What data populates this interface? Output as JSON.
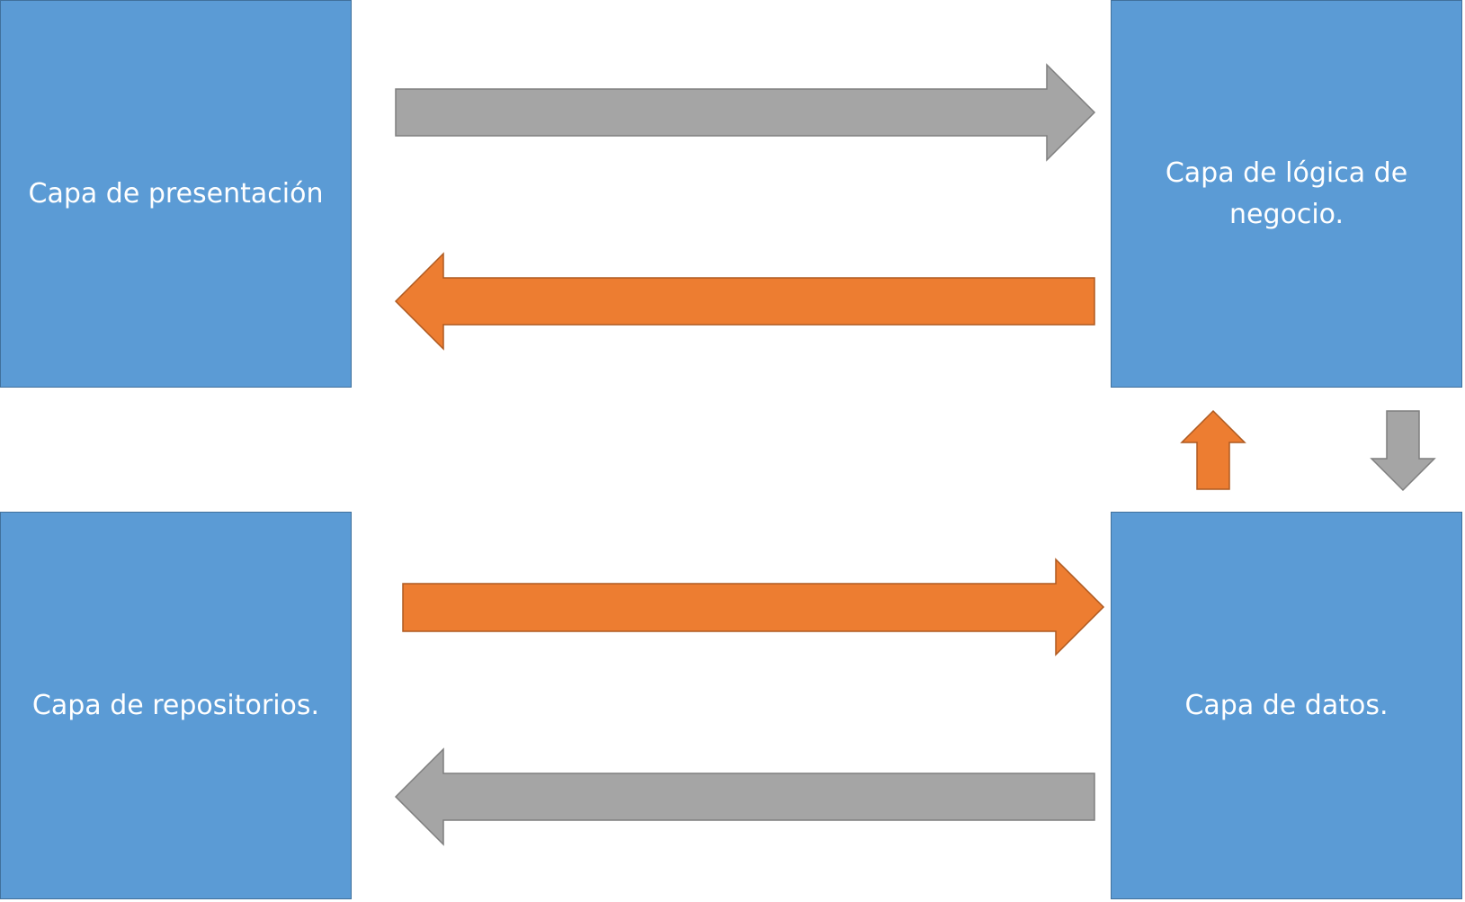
{
  "diagram": {
    "boxes": {
      "presentation": {
        "label": "Capa de presentación"
      },
      "business": {
        "label": "Capa de lógica de negocio."
      },
      "repositories": {
        "label": "Capa de repositorios."
      },
      "data": {
        "label": "Capa de datos."
      }
    },
    "colors": {
      "box_fill": "#5b9bd5",
      "box_border": "#41719c",
      "box_text": "#ffffff",
      "arrow_request": "#a5a5a5",
      "arrow_request_border": "#7f7f7f",
      "arrow_response": "#ed7d31",
      "arrow_response_border": "#ae5a21"
    },
    "connections": [
      {
        "from": "presentation",
        "to": "business",
        "kind": "request",
        "color": "gray"
      },
      {
        "from": "business",
        "to": "presentation",
        "kind": "response",
        "color": "orange"
      },
      {
        "from": "data",
        "to": "business",
        "kind": "response",
        "color": "orange"
      },
      {
        "from": "business",
        "to": "data",
        "kind": "request",
        "color": "gray"
      },
      {
        "from": "repositories",
        "to": "data",
        "kind": "response",
        "color": "orange"
      },
      {
        "from": "data",
        "to": "repositories",
        "kind": "request",
        "color": "gray"
      }
    ]
  }
}
